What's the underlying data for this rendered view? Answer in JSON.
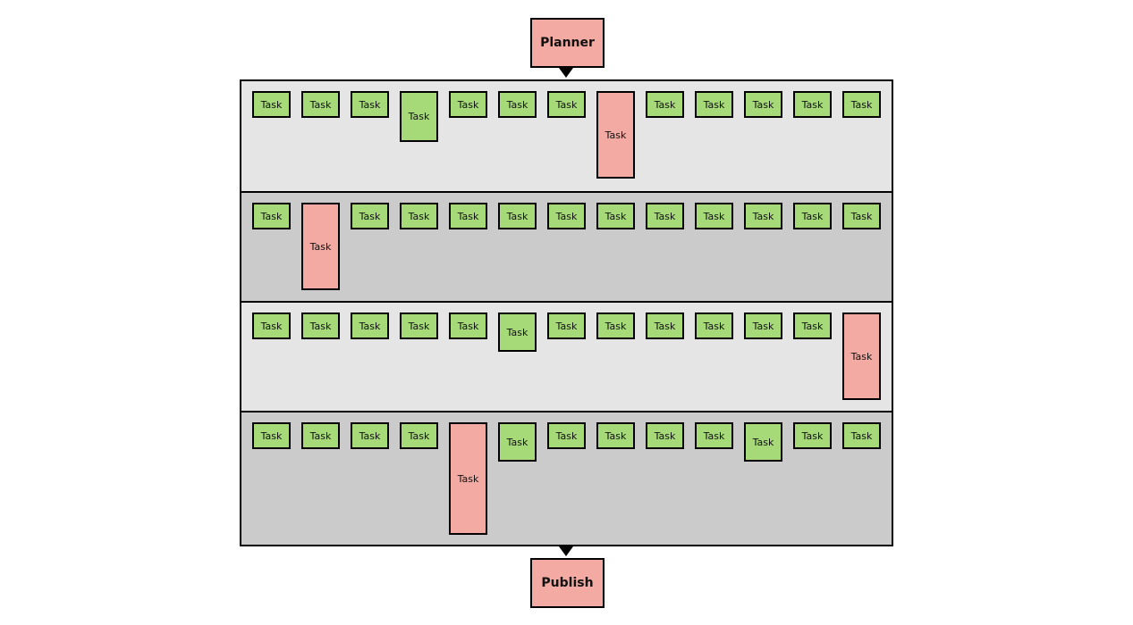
{
  "planner": {
    "label": "Planner"
  },
  "publish": {
    "label": "Publish"
  },
  "colors": {
    "ok": "#a6da78",
    "alert": "#f2aaa2",
    "lane_light": "#e5e5e5",
    "lane_dark": "#cbcbcb"
  },
  "lanes": [
    {
      "shade": "light",
      "tasks": [
        {
          "label": "Task",
          "status": "ok"
        },
        {
          "label": "Task",
          "status": "ok"
        },
        {
          "label": "Task",
          "status": "ok"
        },
        {
          "label": "Task",
          "status": "ok",
          "size": "medium"
        },
        {
          "label": "Task",
          "status": "ok"
        },
        {
          "label": "Task",
          "status": "ok"
        },
        {
          "label": "Task",
          "status": "ok"
        },
        {
          "label": "Task",
          "status": "alert",
          "size": "tall"
        },
        {
          "label": "Task",
          "status": "ok"
        },
        {
          "label": "Task",
          "status": "ok"
        },
        {
          "label": "Task",
          "status": "ok"
        },
        {
          "label": "Task",
          "status": "ok"
        },
        {
          "label": "Task",
          "status": "ok"
        }
      ]
    },
    {
      "shade": "dark",
      "tasks": [
        {
          "label": "Task",
          "status": "ok"
        },
        {
          "label": "Task",
          "status": "alert",
          "size": "tall"
        },
        {
          "label": "Task",
          "status": "ok"
        },
        {
          "label": "Task",
          "status": "ok"
        },
        {
          "label": "Task",
          "status": "ok"
        },
        {
          "label": "Task",
          "status": "ok"
        },
        {
          "label": "Task",
          "status": "ok"
        },
        {
          "label": "Task",
          "status": "ok"
        },
        {
          "label": "Task",
          "status": "ok"
        },
        {
          "label": "Task",
          "status": "ok"
        },
        {
          "label": "Task",
          "status": "ok"
        },
        {
          "label": "Task",
          "status": "ok"
        },
        {
          "label": "Task",
          "status": "ok"
        }
      ]
    },
    {
      "shade": "light",
      "tasks": [
        {
          "label": "Task",
          "status": "ok"
        },
        {
          "label": "Task",
          "status": "ok"
        },
        {
          "label": "Task",
          "status": "ok"
        },
        {
          "label": "Task",
          "status": "ok"
        },
        {
          "label": "Task",
          "status": "ok"
        },
        {
          "label": "Task",
          "status": "ok",
          "size": "small"
        },
        {
          "label": "Task",
          "status": "ok"
        },
        {
          "label": "Task",
          "status": "ok"
        },
        {
          "label": "Task",
          "status": "ok"
        },
        {
          "label": "Task",
          "status": "ok"
        },
        {
          "label": "Task",
          "status": "ok"
        },
        {
          "label": "Task",
          "status": "ok"
        },
        {
          "label": "Task",
          "status": "alert",
          "size": "tall"
        }
      ]
    },
    {
      "shade": "dark",
      "tasks": [
        {
          "label": "Task",
          "status": "ok"
        },
        {
          "label": "Task",
          "status": "ok"
        },
        {
          "label": "Task",
          "status": "ok"
        },
        {
          "label": "Task",
          "status": "ok"
        },
        {
          "label": "Task",
          "status": "alert",
          "size": "xtall"
        },
        {
          "label": "Task",
          "status": "ok",
          "size": "small"
        },
        {
          "label": "Task",
          "status": "ok"
        },
        {
          "label": "Task",
          "status": "ok"
        },
        {
          "label": "Task",
          "status": "ok"
        },
        {
          "label": "Task",
          "status": "ok"
        },
        {
          "label": "Task",
          "status": "ok",
          "size": "small"
        },
        {
          "label": "Task",
          "status": "ok"
        },
        {
          "label": "Task",
          "status": "ok"
        }
      ]
    }
  ]
}
